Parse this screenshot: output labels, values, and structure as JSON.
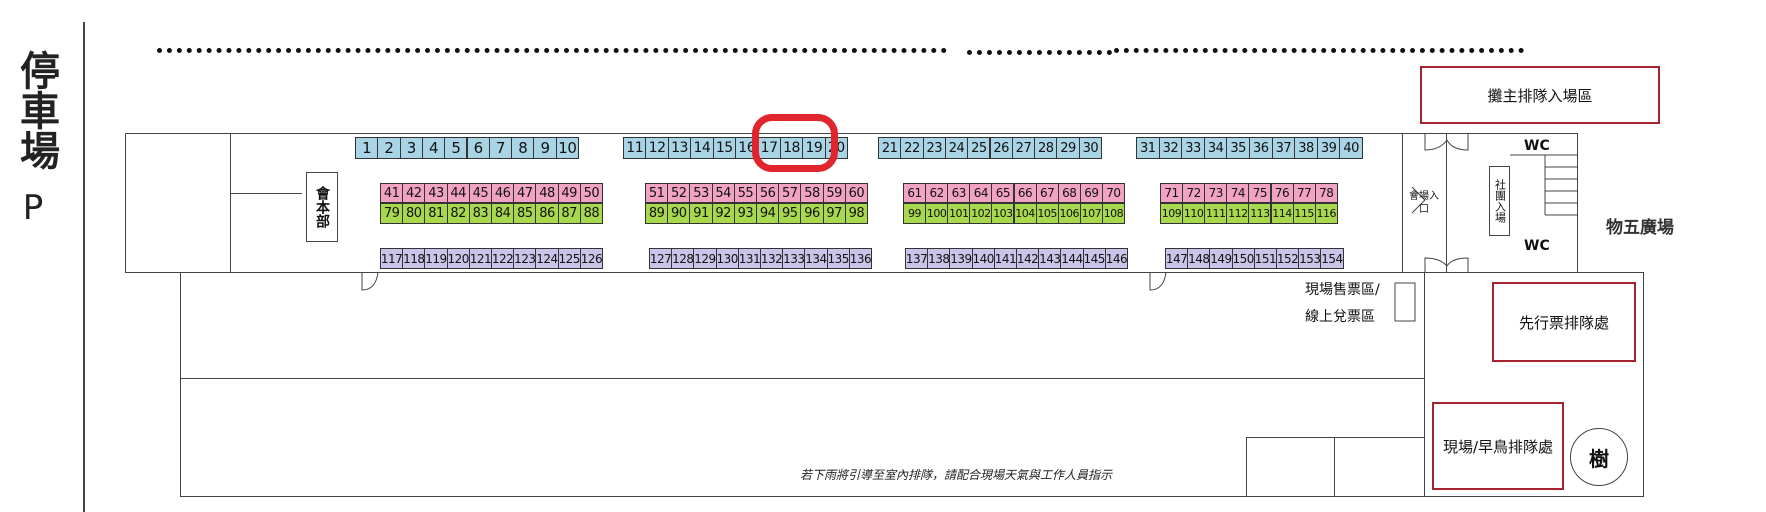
{
  "sidebar": {
    "parking_label": "停車場",
    "parking_symbol": "P"
  },
  "labels": {
    "staff_hq": "會本部",
    "exhibitor_queue": "攤主排隊入場區",
    "entrance": "會場入口",
    "community_entrance": "社團入場",
    "wc_top": "WC",
    "wc_bottom": "WC",
    "plaza": "物五廣場",
    "ticket_line1": "現場售票區/",
    "ticket_line2": "線上兌票區",
    "presale_queue": "先行票排隊處",
    "onsite_queue": "現場/早鳥排隊處",
    "tree": "樹",
    "rain_note": "若下雨將引導至室內排隊，請配合現場天氣與工作人員指示"
  },
  "highlight_color": "#e0262c",
  "colors": {
    "blue": "#a9d4e6",
    "pink": "#f2a3c4",
    "green": "#a8d84d",
    "purple": "#c9c5e8"
  },
  "booth_groups": [
    {
      "name": "blue-1",
      "color": "blue",
      "booths": [
        "1",
        "2",
        "3",
        "4",
        "5",
        "6",
        "7",
        "8",
        "9",
        "10"
      ]
    },
    {
      "name": "blue-2",
      "color": "blue",
      "booths": [
        "11",
        "12",
        "13",
        "14",
        "15",
        "16",
        "17",
        "18",
        "19",
        "20"
      ]
    },
    {
      "name": "blue-3",
      "color": "blue",
      "booths": [
        "21",
        "22",
        "23",
        "24",
        "25",
        "26",
        "27",
        "28",
        "29",
        "30"
      ]
    },
    {
      "name": "blue-4",
      "color": "blue",
      "booths": [
        "31",
        "32",
        "33",
        "34",
        "35",
        "36",
        "37",
        "38",
        "39",
        "40"
      ]
    },
    {
      "name": "pink-1",
      "color": "pink",
      "booths": [
        "41",
        "42",
        "43",
        "44",
        "45",
        "46",
        "47",
        "48",
        "49",
        "50"
      ]
    },
    {
      "name": "pink-2",
      "color": "pink",
      "booths": [
        "51",
        "52",
        "53",
        "54",
        "55",
        "56",
        "57",
        "58",
        "59",
        "60"
      ]
    },
    {
      "name": "pink-3",
      "color": "pink",
      "booths": [
        "61",
        "62",
        "63",
        "64",
        "65",
        "66",
        "67",
        "68",
        "69",
        "70"
      ]
    },
    {
      "name": "pink-4",
      "color": "pink",
      "booths": [
        "71",
        "72",
        "73",
        "74",
        "75",
        "76",
        "77",
        "78"
      ]
    },
    {
      "name": "green-1",
      "color": "green",
      "booths": [
        "79",
        "80",
        "81",
        "82",
        "83",
        "84",
        "85",
        "86",
        "87",
        "88"
      ]
    },
    {
      "name": "green-2",
      "color": "green",
      "booths": [
        "89",
        "90",
        "91",
        "92",
        "93",
        "94",
        "95",
        "96",
        "97",
        "98"
      ]
    },
    {
      "name": "green-3",
      "color": "green",
      "booths": [
        "99",
        "100",
        "101",
        "102",
        "103",
        "104",
        "105",
        "106",
        "107",
        "108"
      ]
    },
    {
      "name": "green-4",
      "color": "green",
      "booths": [
        "109",
        "110",
        "111",
        "112",
        "113",
        "114",
        "115",
        "116"
      ]
    },
    {
      "name": "purple-1",
      "color": "purple",
      "booths": [
        "117",
        "118",
        "119",
        "120",
        "121",
        "122",
        "123",
        "124",
        "125",
        "126"
      ]
    },
    {
      "name": "purple-2",
      "color": "purple",
      "booths": [
        "127",
        "128",
        "129",
        "130",
        "131",
        "132",
        "133",
        "134",
        "135",
        "136"
      ]
    },
    {
      "name": "purple-3",
      "color": "purple",
      "booths": [
        "137",
        "138",
        "139",
        "140",
        "141",
        "142",
        "143",
        "144",
        "145",
        "146"
      ]
    },
    {
      "name": "purple-4",
      "color": "purple",
      "booths": [
        "147",
        "148",
        "149",
        "150",
        "151",
        "152",
        "153",
        "154"
      ]
    }
  ]
}
